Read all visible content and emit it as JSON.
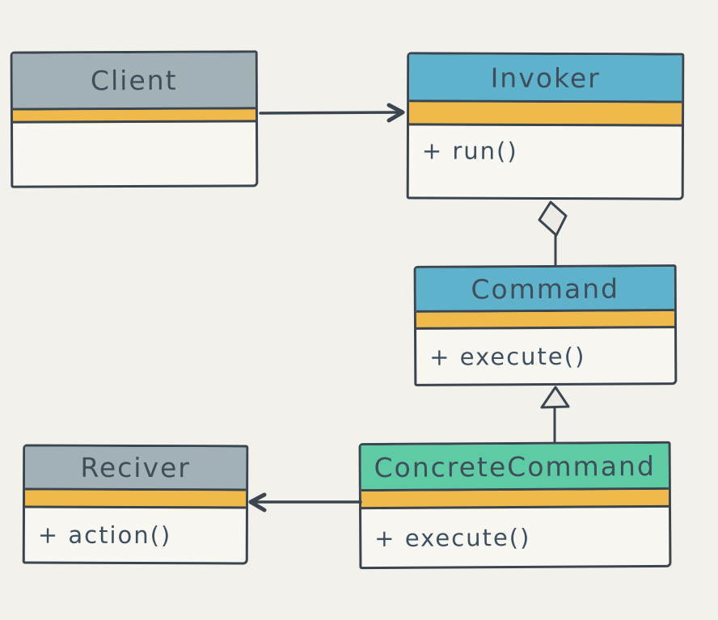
{
  "canvas": {
    "background": "#F3F1EB"
  },
  "colors": {
    "stroke": "#3A4550",
    "text_on_header": "#3E4E5A",
    "text_member": "#3D5060",
    "header_gray": "#A2B1B5",
    "header_blue": "#5FB2CB",
    "header_green": "#5ECBA4",
    "stripe_yellow": "#EFB94B",
    "box_fill": "#F9F7F1",
    "marker_fill": "#EDEBE5"
  },
  "classes": [
    {
      "name": "Client",
      "header": "gray",
      "members": []
    },
    {
      "name": "Invoker",
      "header": "blue",
      "members": [
        "+ run()"
      ]
    },
    {
      "name": "Command",
      "header": "blue",
      "members": [
        "+ execute()"
      ]
    },
    {
      "name": "Reciver",
      "header": "gray",
      "members": [
        "+ action()"
      ]
    },
    {
      "name": "ConcreteCommand",
      "header": "green",
      "members": [
        "+ execute()"
      ]
    }
  ],
  "relations": [
    {
      "from": "Client",
      "to": "Invoker",
      "type": "association-arrow"
    },
    {
      "from": "Invoker",
      "to": "Command",
      "type": "aggregation-diamond"
    },
    {
      "from": "ConcreteCommand",
      "to": "Command",
      "type": "inheritance-triangle"
    },
    {
      "from": "ConcreteCommand",
      "to": "Reciver",
      "type": "association-arrow"
    }
  ]
}
